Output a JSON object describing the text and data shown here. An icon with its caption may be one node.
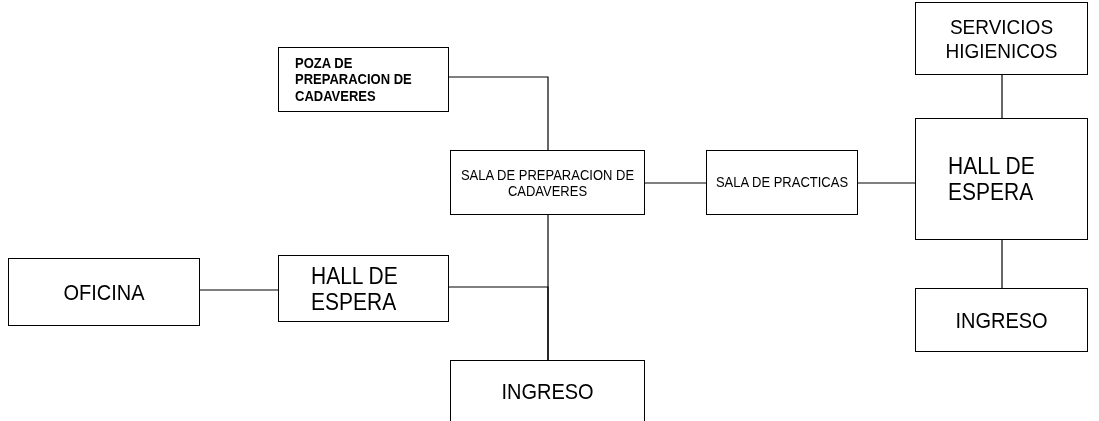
{
  "diagram": {
    "nodes": [
      {
        "text": [
          "POZA DE PREPARACION DE CADAVERES"
        ]
      },
      {
        "text": [
          "SALA DE PREPARACION DE CADAVERES"
        ]
      },
      {
        "text": [
          "SALA DE PRACTICAS"
        ]
      },
      {
        "text": [
          "SERVICIOS HIGIENICOS"
        ]
      },
      {
        "text": [
          "HALL DE ESPERA"
        ]
      },
      {
        "text": [
          "INGRESO"
        ]
      },
      {
        "text": [
          "OFICINA"
        ]
      },
      {
        "text": [
          "HALL DE ESPERA"
        ]
      },
      {
        "text": [
          "INGRESO"
        ]
      }
    ],
    "edges": [
      {
        "from": 0,
        "to": 1,
        "arrow": "none"
      },
      {
        "from": 1,
        "to": 2,
        "arrow": "none"
      },
      {
        "from": 2,
        "to": 4,
        "arrow": "none"
      },
      {
        "from": 3,
        "to": 4,
        "arrow": "none"
      },
      {
        "from": 4,
        "to": 5,
        "arrow": "none"
      },
      {
        "from": 6,
        "to": 7,
        "arrow": "none"
      },
      {
        "from": 1,
        "to": 8,
        "arrow": "none"
      },
      {
        "from": 7,
        "to": 8,
        "arrow": "none"
      }
    ]
  }
}
